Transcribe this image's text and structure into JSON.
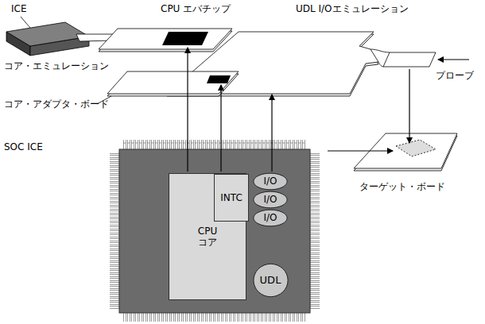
{
  "diagram": {
    "nodes": [
      {
        "text": [
          "CPU コア"
        ]
      },
      {
        "text": [
          "INTC"
        ],
        "in": 0
      },
      {
        "text": [
          "I/O"
        ]
      },
      {
        "text": [
          "I/O"
        ]
      },
      {
        "text": [
          "I/O"
        ]
      },
      {
        "text": [
          "UDL"
        ]
      }
    ],
    "labels": [
      "ICE",
      "CPU エバチップ",
      "UDL I/Oエミュレーション",
      "コア・エミュレーション",
      "プローブ",
      "コア・アダプタ・ボード",
      "SOC ICE",
      "ターゲット・ボード"
    ]
  }
}
